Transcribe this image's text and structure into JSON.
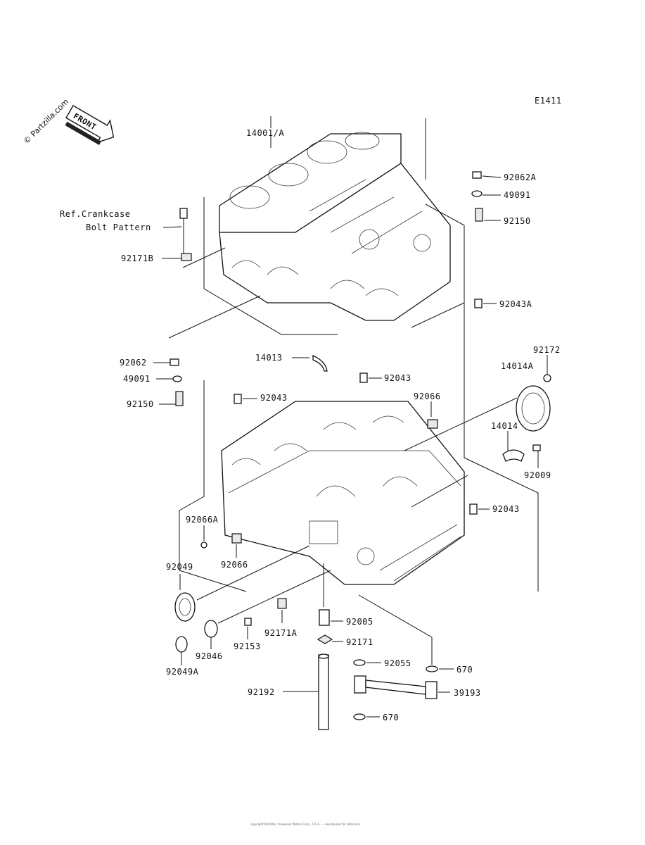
{
  "diagram_code": "E1411",
  "watermark": "© Partzilla.com",
  "front_label": "FRONT",
  "ref_note": [
    "Ref.Crankcase",
    "Bolt Pattern"
  ],
  "footer_text": "Copyright Partzilla / Kawasaki Motors Corp., U.S.A. — reproduced for reference",
  "labels": {
    "l14001A": "14001/A",
    "l92062A": "92062A",
    "l49091_top": "49091",
    "l92150_top": "92150",
    "l92171B": "92171B",
    "l92043A": "92043A",
    "l92172": "92172",
    "l14014A": "14014A",
    "l14013": "14013",
    "l92062": "92062",
    "l49091": "49091",
    "l92150": "92150",
    "l92043_top": "92043",
    "l92043_left": "92043",
    "l92066": "92066",
    "l14014": "14014",
    "l92009": "92009",
    "l92043_right": "92043",
    "l92066A": "92066A",
    "l92066_b": "92066",
    "l92049": "92049",
    "l92005": "92005",
    "l92171A": "92171A",
    "l92153": "92153",
    "l92046": "92046",
    "l92171": "92171",
    "l92049A": "92049A",
    "l92055": "92055",
    "l670_top": "670",
    "l92192": "92192",
    "l39193": "39193",
    "l670_bot": "670"
  }
}
